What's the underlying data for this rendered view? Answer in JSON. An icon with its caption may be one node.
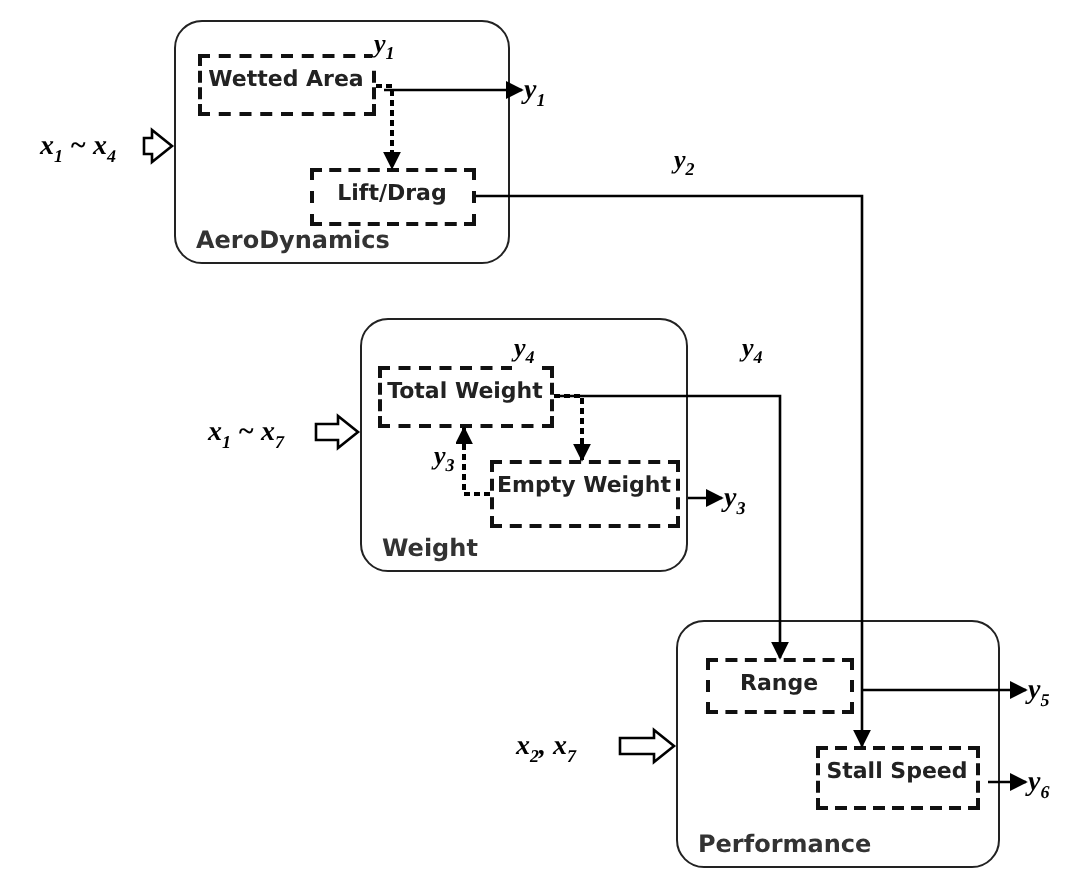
{
  "diagram": {
    "nodes": [
      {
        "text": [
          "AeroDynamics"
        ]
      },
      {
        "text": [
          "Wetted Area"
        ],
        "in": 0
      },
      {
        "text": [
          "Lift/Drag"
        ],
        "in": 0
      },
      {
        "text": [
          "x$_{1}$ ~ x$_{4}$"
        ]
      },
      {
        "text": [
          "y$_{1}$"
        ]
      },
      {
        "text": [
          "Weight"
        ]
      },
      {
        "text": [
          "Total Weight"
        ],
        "in": 5
      },
      {
        "text": [
          "Empty Weight"
        ],
        "in": 5
      },
      {
        "text": [
          "x$_{1}$ ~ x$_{7}$"
        ]
      },
      {
        "text": [
          "y$_{3}$"
        ]
      },
      {
        "text": [
          "Performance"
        ]
      },
      {
        "text": [
          "Range"
        ],
        "in": 10
      },
      {
        "text": [
          "Stall Speed"
        ],
        "in": 10
      },
      {
        "text": [
          "x$_{2}$, x$_{7}$"
        ]
      },
      {
        "text": [
          "y$_{5}$"
        ]
      },
      {
        "text": [
          "y$_{6}$"
        ]
      }
    ],
    "edges": [
      {
        "from": 3,
        "to": 0,
        "arrow": "to",
        "style": "thick"
      },
      {
        "from": 1,
        "to": 4,
        "arrow": "to"
      },
      {
        "from": 1,
        "to": 2,
        "arrow": "to",
        "style": "dashed",
        "label": "y$_{1}$"
      },
      {
        "from": 2,
        "to": 12,
        "arrow": "to",
        "label": "y$_{2}$"
      },
      {
        "from": 6,
        "to": 7,
        "arrow": "to",
        "style": "dashed",
        "label": "y$_{4}$"
      },
      {
        "from": 7,
        "to": 6,
        "arrow": "to",
        "style": "dashed",
        "label": "y$_{3}$"
      },
      {
        "from": 6,
        "to": 11,
        "arrow": "to",
        "label": "y$_{4}$"
      },
      {
        "from": 7,
        "to": 9,
        "arrow": "to"
      },
      {
        "from": 8,
        "to": 5,
        "arrow": "to",
        "style": "thick"
      },
      {
        "from": 11,
        "to": 14,
        "arrow": "to"
      },
      {
        "from": 12,
        "to": 15,
        "arrow": "to"
      },
      {
        "from": 13,
        "to": 10,
        "arrow": "to",
        "style": "thick"
      }
    ]
  }
}
